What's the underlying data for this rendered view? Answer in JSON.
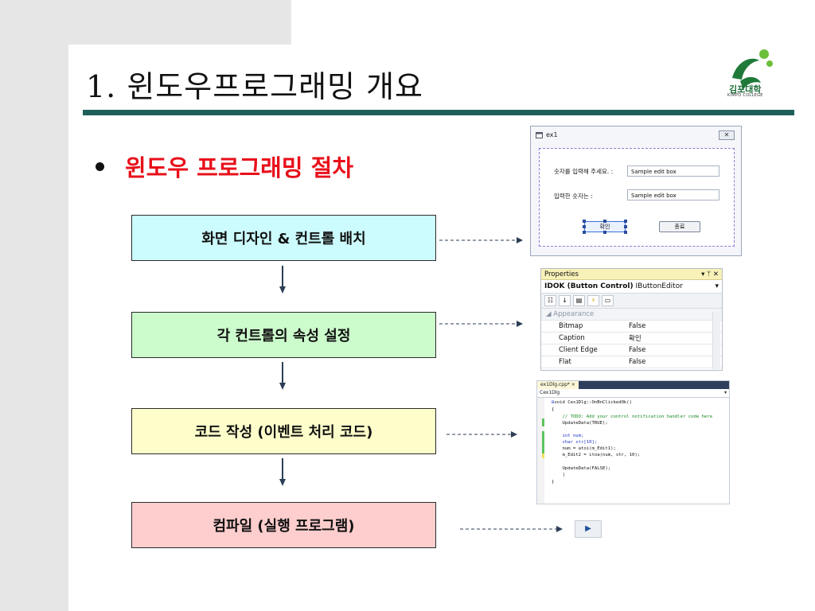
{
  "slide": {
    "title": "1. 윈도우프로그래밍 개요",
    "bullet": "윈도우 프로그래밍 절차",
    "accent_color": "#e8101a",
    "rule_color": "#1f5f5a"
  },
  "logo": {
    "name": "김포대학",
    "sub": "KIMPO COLLEGE",
    "icon": "leaf-logo-icon"
  },
  "steps": [
    {
      "label": "화면 디자인 & 컨트롤 배치",
      "color": "#ccfcfd"
    },
    {
      "label": "각 컨트롤의 속성 설정",
      "color": "#ccfccc"
    },
    {
      "label": "코드 작성 (이벤트 처리 코드)",
      "color": "#fefecb"
    },
    {
      "label": "컴파일 (실행 프로그램)",
      "color": "#fecdcd"
    }
  ],
  "dialog": {
    "title": "ex1",
    "close": "✕",
    "label1": "숫자를 입력해 주세요. :",
    "edit1": "Sample edit box",
    "label2": "입력한 숫자는 :",
    "edit2": "Sample edit box",
    "ok": "확인",
    "cancel": "종료"
  },
  "properties": {
    "header": "Properties",
    "header_controls": "▾ ᛘ ✕",
    "control": "IDOK (Button Control)",
    "editor": "IButtonEditor",
    "category": "Appearance",
    "rows": [
      {
        "key": "Bitmap",
        "value": "False"
      },
      {
        "key": "Caption",
        "value": "확인"
      },
      {
        "key": "Client Edge",
        "value": "False"
      },
      {
        "key": "Flat",
        "value": "False"
      }
    ]
  },
  "code": {
    "tab": "ex1Dlg.cpp*  ×",
    "combo": "Cex1Dlg",
    "lines": [
      "void Cex1Dlg::OnBnClickedOk()",
      "{",
      "    // TODO: Add your control notification handler code here",
      "    UpdateData(TRUE);",
      "",
      "    int num;",
      "    char str[10];",
      "    num = atoi(m_Edit1);",
      "    m_Edit2 = itoa(num, str, 10);",
      "",
      "    UpdateData(FALSE);",
      "    |",
      "}"
    ]
  },
  "run_button": {
    "icon": "play-icon",
    "glyph": "▶"
  }
}
